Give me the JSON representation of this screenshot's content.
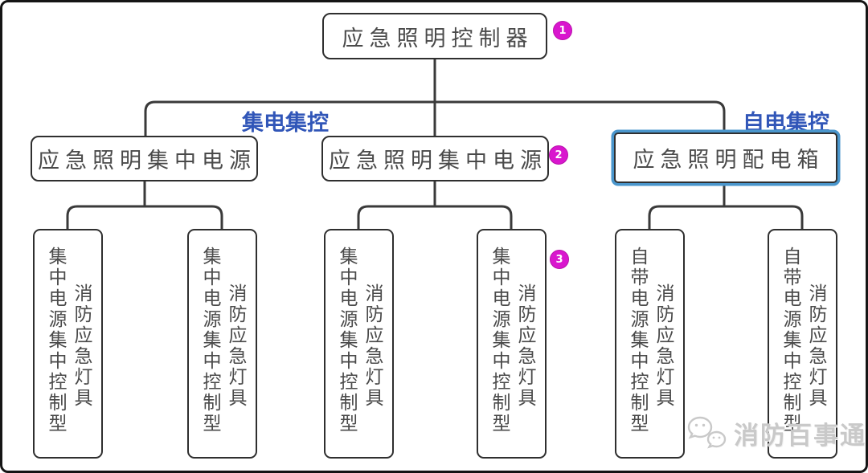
{
  "diagram": {
    "root": {
      "label": "应急照明控制器",
      "badge": "1"
    },
    "branch_labels": {
      "left": "集电集控",
      "right": "自电集控"
    },
    "level2": [
      {
        "label": "应急照明集中电源"
      },
      {
        "label": "应急照明集中电源",
        "badge": "2"
      },
      {
        "label": "应急照明配电箱"
      }
    ],
    "level3": [
      {
        "part1": "集中电源集中控制型",
        "part2": "消防应急灯具"
      },
      {
        "part1": "集中电源集中控制型",
        "part2": "消防应急灯具"
      },
      {
        "part1": "集中电源集中控制型",
        "part2": "消防应急灯具"
      },
      {
        "part1": "集中电源集中控制型",
        "part2": "消防应急灯具",
        "badge": "3"
      },
      {
        "part1": "自带电源集中控制型",
        "part2": "消防应急灯具"
      },
      {
        "part1": "自带电源集中控制型",
        "part2": "消防应急灯具"
      }
    ]
  },
  "watermark": {
    "text": "消防百事通",
    "icon": "wechat-icon"
  },
  "colors": {
    "badge": "#d916ce",
    "branch_label": "#3156b8",
    "highlight_border": "#4a96cc",
    "line": "#3a3a3a",
    "box_border": "#2f2f2f",
    "text": "#4a4a4a",
    "watermark": "#c9c9c9"
  }
}
